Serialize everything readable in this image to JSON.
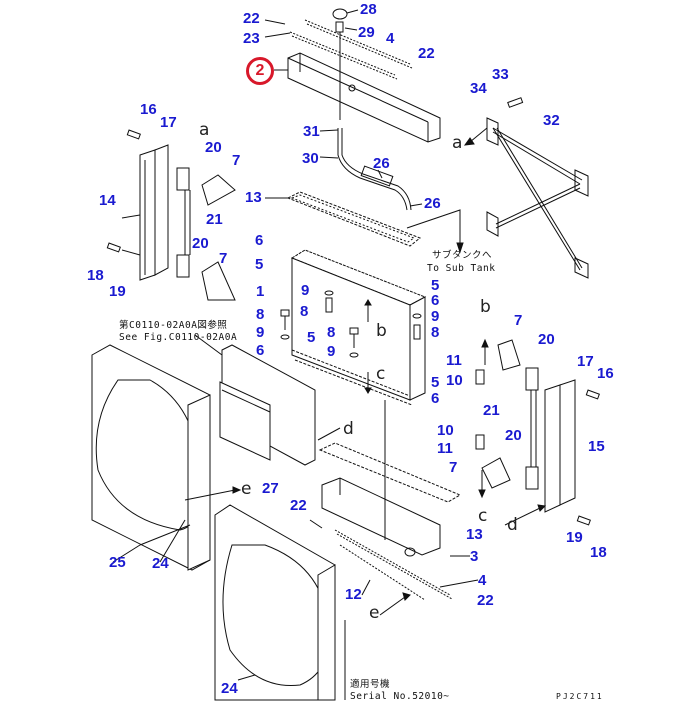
{
  "diagram": {
    "highlighted_part": "2",
    "highlight_color": "#d8182a",
    "label_color": "#1a1ad0",
    "callouts": [
      {
        "id": "c22a",
        "text": "22"
      },
      {
        "id": "c28",
        "text": "28"
      },
      {
        "id": "c23",
        "text": "23"
      },
      {
        "id": "c29",
        "text": "29"
      },
      {
        "id": "c4a",
        "text": "4"
      },
      {
        "id": "c22b",
        "text": "22"
      },
      {
        "id": "c33",
        "text": "33"
      },
      {
        "id": "c34",
        "text": "34"
      },
      {
        "id": "c32",
        "text": "32"
      },
      {
        "id": "c16a",
        "text": "16"
      },
      {
        "id": "c17a",
        "text": "17"
      },
      {
        "id": "c31",
        "text": "31"
      },
      {
        "id": "c20a",
        "text": "20"
      },
      {
        "id": "c7a",
        "text": "7"
      },
      {
        "id": "c30",
        "text": "30"
      },
      {
        "id": "c26a",
        "text": "26"
      },
      {
        "id": "c14",
        "text": "14"
      },
      {
        "id": "c13a",
        "text": "13"
      },
      {
        "id": "c21a",
        "text": "21"
      },
      {
        "id": "c26b",
        "text": "26"
      },
      {
        "id": "c6a",
        "text": "6"
      },
      {
        "id": "c20b",
        "text": "20"
      },
      {
        "id": "c7b",
        "text": "7"
      },
      {
        "id": "c5a",
        "text": "5"
      },
      {
        "id": "c18a",
        "text": "18"
      },
      {
        "id": "c19a",
        "text": "19"
      },
      {
        "id": "c1",
        "text": "1"
      },
      {
        "id": "c9a",
        "text": "9"
      },
      {
        "id": "c5b",
        "text": "5"
      },
      {
        "id": "c6b",
        "text": "6"
      },
      {
        "id": "c8a",
        "text": "8"
      },
      {
        "id": "c9b",
        "text": "9"
      },
      {
        "id": "c8b",
        "text": "8"
      },
      {
        "id": "c8c",
        "text": "8"
      },
      {
        "id": "c7c",
        "text": "7"
      },
      {
        "id": "c9c",
        "text": "9"
      },
      {
        "id": "c8d",
        "text": "8"
      },
      {
        "id": "c20c",
        "text": "20"
      },
      {
        "id": "c6c",
        "text": "6"
      },
      {
        "id": "c5c",
        "text": "5"
      },
      {
        "id": "c9d",
        "text": "9"
      },
      {
        "id": "c11a",
        "text": "11"
      },
      {
        "id": "c17b",
        "text": "17"
      },
      {
        "id": "c10a",
        "text": "10"
      },
      {
        "id": "c16b",
        "text": "16"
      },
      {
        "id": "c5d",
        "text": "5"
      },
      {
        "id": "c6d",
        "text": "6"
      },
      {
        "id": "c21b",
        "text": "21"
      },
      {
        "id": "c10b",
        "text": "10"
      },
      {
        "id": "c20d",
        "text": "20"
      },
      {
        "id": "c15",
        "text": "15"
      },
      {
        "id": "c11b",
        "text": "11"
      },
      {
        "id": "c7d",
        "text": "7"
      },
      {
        "id": "c27",
        "text": "27"
      },
      {
        "id": "c22c",
        "text": "22"
      },
      {
        "id": "c13b",
        "text": "13"
      },
      {
        "id": "c19b",
        "text": "19"
      },
      {
        "id": "c18b",
        "text": "18"
      },
      {
        "id": "c25",
        "text": "25"
      },
      {
        "id": "c24a",
        "text": "24"
      },
      {
        "id": "c3",
        "text": "3"
      },
      {
        "id": "c4b",
        "text": "4"
      },
      {
        "id": "c12",
        "text": "12"
      },
      {
        "id": "c22d",
        "text": "22"
      },
      {
        "id": "c24b",
        "text": "24"
      }
    ],
    "reference_letters": [
      {
        "id": "ra1",
        "text": "a"
      },
      {
        "id": "ra2",
        "text": "a"
      },
      {
        "id": "rb1",
        "text": "b"
      },
      {
        "id": "rb2",
        "text": "b"
      },
      {
        "id": "rc1",
        "text": "c"
      },
      {
        "id": "rc2",
        "text": "c"
      },
      {
        "id": "rd1",
        "text": "d"
      },
      {
        "id": "rd2",
        "text": "d"
      },
      {
        "id": "re1",
        "text": "e"
      },
      {
        "id": "re2",
        "text": "e"
      }
    ],
    "annotations": {
      "sub_tank_jp": "サブタンクへ",
      "sub_tank_en": "To Sub Tank",
      "see_fig_jp": "第C0110-02A0A図参照",
      "see_fig_en": "See Fig.C0110-02A0A",
      "serial_jp": "適用号機",
      "serial_en": "Serial No.52010~",
      "drawing_code": "PJ2C711"
    }
  }
}
